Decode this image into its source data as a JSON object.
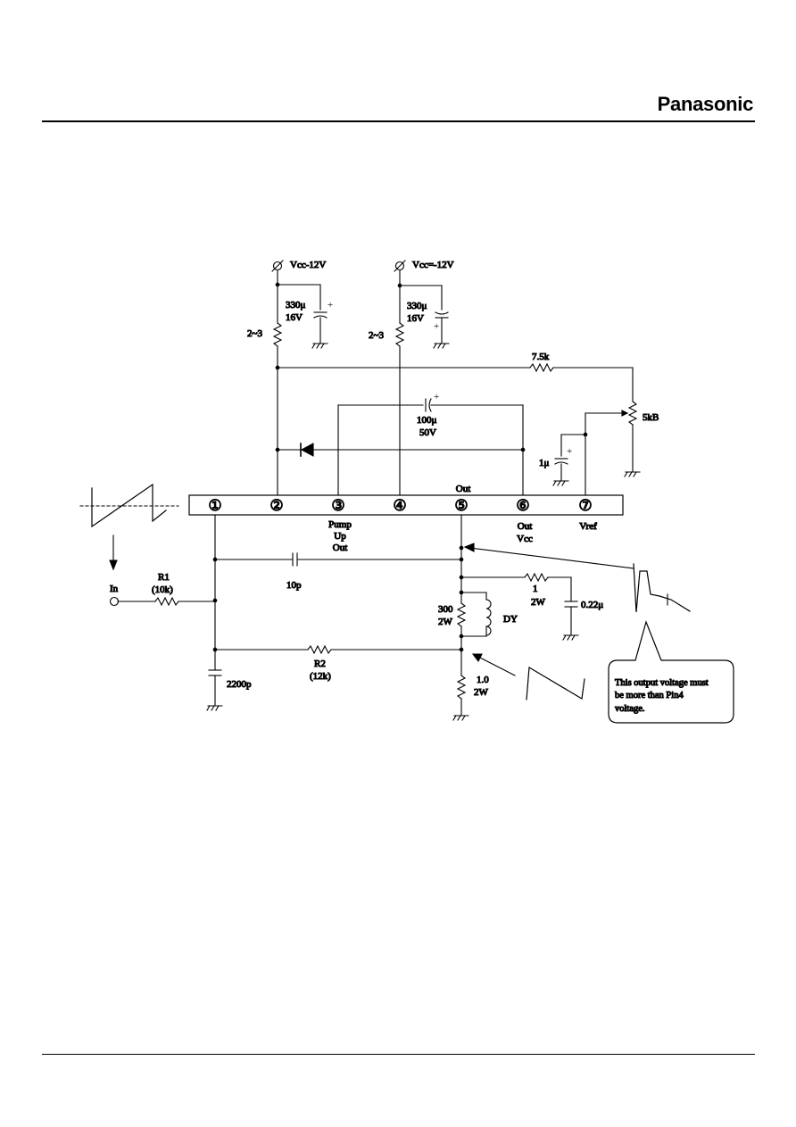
{
  "header": {
    "brand": "Panasonic"
  },
  "supplies": {
    "vcc_left": "Vcc-12V",
    "vcc_right": "Vcc=-12V"
  },
  "caps": {
    "c330_left_value": "330μ",
    "c330_left_voltage": "16V",
    "c330_right_value": "330μ",
    "c330_right_voltage": "16V",
    "c100_value": "100μ",
    "c100_voltage": "50V",
    "c1u": "1μ",
    "c10p": "10p",
    "c022": "0.22μ",
    "c2200": "2200p"
  },
  "resistors": {
    "r_left": "2~3",
    "r_right": "2~3",
    "r75k": "7.5k",
    "pot5k": "5kB",
    "r1_name": "R1",
    "r1_value": "(10k)",
    "r2_name": "R2",
    "r2_value": "(12k)",
    "r300_value": "300",
    "r300_power": "2W",
    "r1ohm_value": "1",
    "r1ohm_power": "2W",
    "r10_value": "1.0",
    "r10_power": "2W"
  },
  "yoke": "DY",
  "input_label": "In",
  "pins": [
    "①",
    "②",
    "③",
    "④",
    "⑤",
    "⑥",
    "⑦"
  ],
  "pin_labels": {
    "p3_line1": "Pump",
    "p3_line2": "Up",
    "p3_line3": "Out",
    "p5_top": "Out",
    "p6_line1": "Out",
    "p6_line2": "Vcc",
    "p7": "Vref"
  },
  "note": {
    "line1": "This output voltage must",
    "line2": "be more than Pin4",
    "line3": "voltage."
  }
}
